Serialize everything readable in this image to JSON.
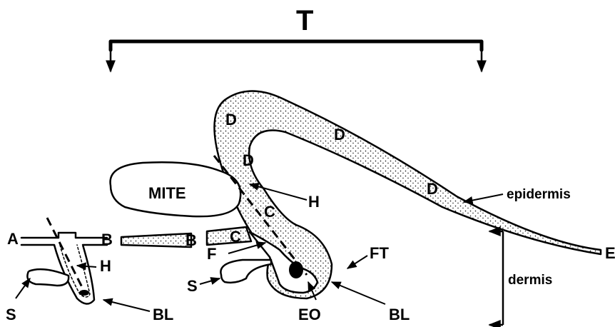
{
  "diagram": {
    "title": "T",
    "labels": {
      "A": "A",
      "B": "B",
      "C": "C",
      "D": "D",
      "E": "E",
      "F": "F",
      "H": "H",
      "S": "S",
      "BL": "BL",
      "EO": "EO",
      "FT": "FT",
      "mite": "MITE",
      "epidermis": "epidermis",
      "dermis": "dermis"
    }
  }
}
